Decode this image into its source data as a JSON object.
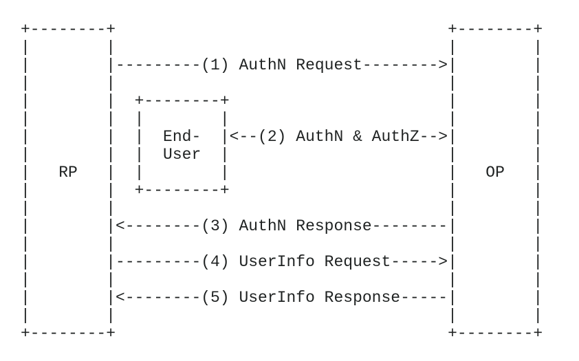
{
  "colors": {
    "background": "#ffffff",
    "text": "#1f2222"
  },
  "diagram": {
    "ascii_lines": [
      "+--------+                                   +--------+",
      "|        |                                   |        |",
      "|        |---------(1) AuthN Request-------->|        |",
      "|        |                                   |        |",
      "|        |  +--------+                       |        |",
      "|        |  |        |                       |        |",
      "|        |  |  End-  |<--(2) AuthN & AuthZ-->|        |",
      "|        |  |  User  |                       |        |",
      "|   RP   |  |        |                       |   OP   |",
      "|        |  +--------+                       |        |",
      "|        |                                   |        |",
      "|        |<--------(3) AuthN Response--------|        |",
      "|        |                                   |        |",
      "|        |---------(4) UserInfo Request----->|        |",
      "|        |                                   |        |",
      "|        |<--------(5) UserInfo Response-----|        |",
      "|        |                                   |        |",
      "+--------+                                   +--------+"
    ],
    "boxes": [
      {
        "id": "rp",
        "label": "RP"
      },
      {
        "id": "end-user",
        "label": "End- User"
      },
      {
        "id": "op",
        "label": "OP"
      }
    ],
    "messages": [
      {
        "step": "(1)",
        "label": "(1) AuthN Request",
        "direction": "right"
      },
      {
        "step": "(2)",
        "label": "(2) AuthN & AuthZ",
        "direction": "both"
      },
      {
        "step": "(3)",
        "label": "(3) AuthN Response",
        "direction": "left"
      },
      {
        "step": "(4)",
        "label": "(4) UserInfo Request",
        "direction": "right"
      },
      {
        "step": "(5)",
        "label": "(5) UserInfo Response",
        "direction": "left"
      }
    ]
  }
}
